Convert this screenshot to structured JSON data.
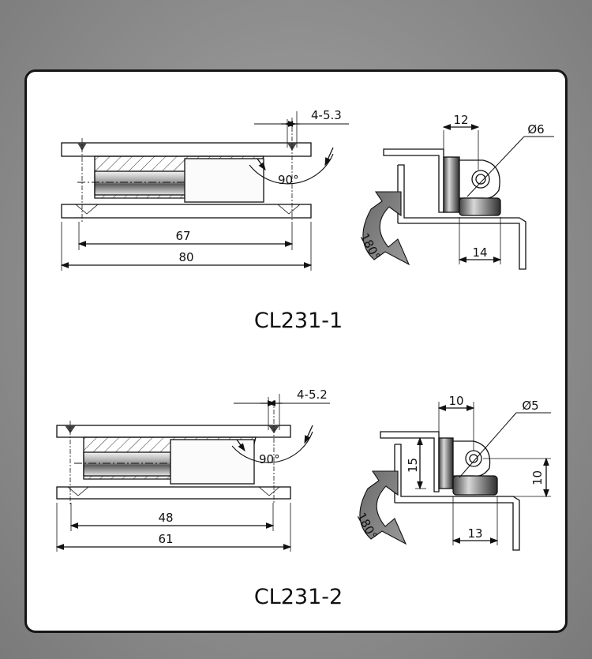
{
  "drawings": [
    {
      "model": "CL231-1",
      "side": {
        "holes": "4-5.3",
        "angle": "90°",
        "inner": "67",
        "overall": "80"
      },
      "end": {
        "arm_width": "12",
        "pin_dia": "Ø6",
        "rotation": "180°",
        "base_width": "14"
      }
    },
    {
      "model": "CL231-2",
      "side": {
        "holes": "4-5.2",
        "angle": "90°",
        "inner": "48",
        "overall": "61"
      },
      "end": {
        "arm_width": "10",
        "pin_dia": "Ø5",
        "rotation": "180°",
        "base_width": "13",
        "height": "15",
        "offset": "10"
      }
    }
  ]
}
